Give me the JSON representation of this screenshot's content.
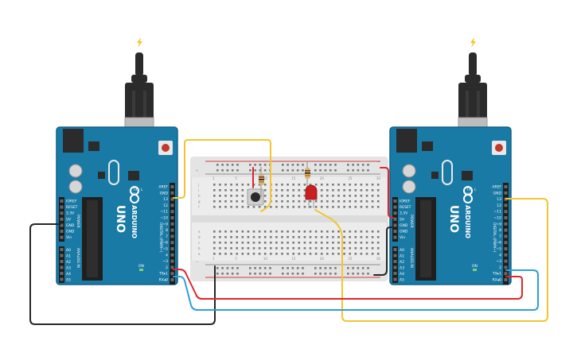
{
  "boards": [
    {
      "id": "left",
      "brand": "ARDUINO",
      "model": "UNO",
      "power_header": [
        "IOREF",
        "RESET",
        "3.3V",
        "5V",
        "GND",
        "GND",
        "Vin"
      ],
      "analog_header": [
        "A0",
        "A1",
        "A2",
        "A3",
        "A4",
        "A5"
      ],
      "digital_header": [
        "AREF",
        "GND",
        "13",
        "12",
        "~11",
        "~10",
        "~9",
        "8",
        "7",
        "~6",
        "~5",
        "4",
        "~3",
        "2",
        "TX▸1",
        "RX◂0"
      ],
      "section_labels": {
        "power": "POWER",
        "digital": "DIGITAL (PWM~)",
        "analog": "ANALOG IN",
        "tx": "TX",
        "rx": "RX",
        "l": "L",
        "on": "ON"
      }
    },
    {
      "id": "right",
      "brand": "ARDUINO",
      "model": "UNO",
      "power_header": [
        "IOREF",
        "RESET",
        "3.3V",
        "5V",
        "GND",
        "GND",
        "Vin"
      ],
      "analog_header": [
        "A0",
        "A1",
        "A2",
        "A3",
        "A4",
        "A5"
      ],
      "digital_header": [
        "AREF",
        "GND",
        "13",
        "12",
        "~11",
        "~10",
        "~9",
        "8",
        "7",
        "~6",
        "~5",
        "4",
        "~3",
        "2",
        "TX▸1",
        "RX◂0"
      ],
      "section_labels": {
        "power": "POWER",
        "digital": "DIGITAL (PWM~)",
        "analog": "ANALOG IN",
        "tx": "TX",
        "rx": "RX",
        "l": "L",
        "on": "ON"
      }
    }
  ],
  "breadboard": {
    "row_letters_top": [
      "j",
      "i",
      "h",
      "g",
      "f"
    ],
    "row_letters_bottom": [
      "e",
      "d",
      "c",
      "b",
      "a"
    ],
    "column_numbers": [
      "1",
      "5",
      "10",
      "15",
      "20",
      "25",
      "30"
    ],
    "rail_plus": "+",
    "rail_minus": "−"
  },
  "components": [
    {
      "name": "pushbutton",
      "type": "button"
    },
    {
      "name": "resistor-button",
      "type": "resistor"
    },
    {
      "name": "resistor-led",
      "type": "resistor"
    },
    {
      "name": "red-led",
      "type": "led",
      "color": "#c8201e"
    }
  ],
  "colors": {
    "board": "#1a7aa6",
    "board_dark": "#136186",
    "breadboard": "#ececec",
    "wire_red": "#e0262b",
    "wire_black": "#262626",
    "wire_yellow": "#f2c530",
    "wire_blue": "#2f9fd6",
    "usb": "#2b2b2b",
    "reset_button": "#c0392b"
  },
  "icons": [
    "power-bolt-icon",
    "arduino-infinity-logo-icon"
  ]
}
